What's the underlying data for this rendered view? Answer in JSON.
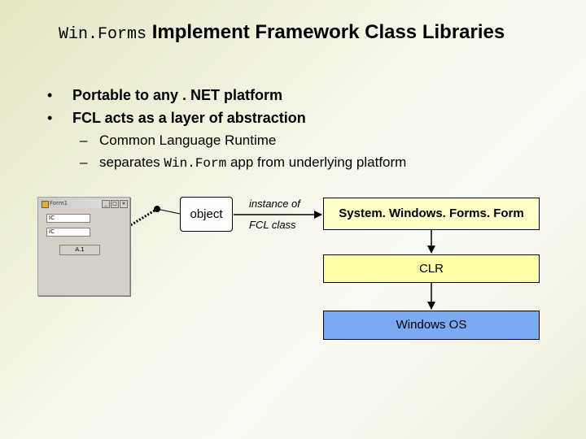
{
  "title": {
    "code": "Win.Forms",
    "text": "Implement Framework Class Libraries"
  },
  "bullets": [
    {
      "text": "Portable to any . NET platform"
    },
    {
      "text": "FCL acts as a layer of abstraction"
    }
  ],
  "sub_bullets": {
    "first": "Common Language Runtime",
    "second_pre": "separates",
    "second_code": "Win.Form",
    "second_post": "app from underlying platform"
  },
  "form_thumb": {
    "title": "Form1",
    "text1": "IC",
    "text2": "IC",
    "button": "A.1"
  },
  "diagram": {
    "object_label": "object",
    "arrow_top": "instance of",
    "arrow_bottom": "FCL class",
    "form_box": "System. Windows. Forms. Form",
    "clr_box": "CLR",
    "os_box": "Windows OS"
  }
}
